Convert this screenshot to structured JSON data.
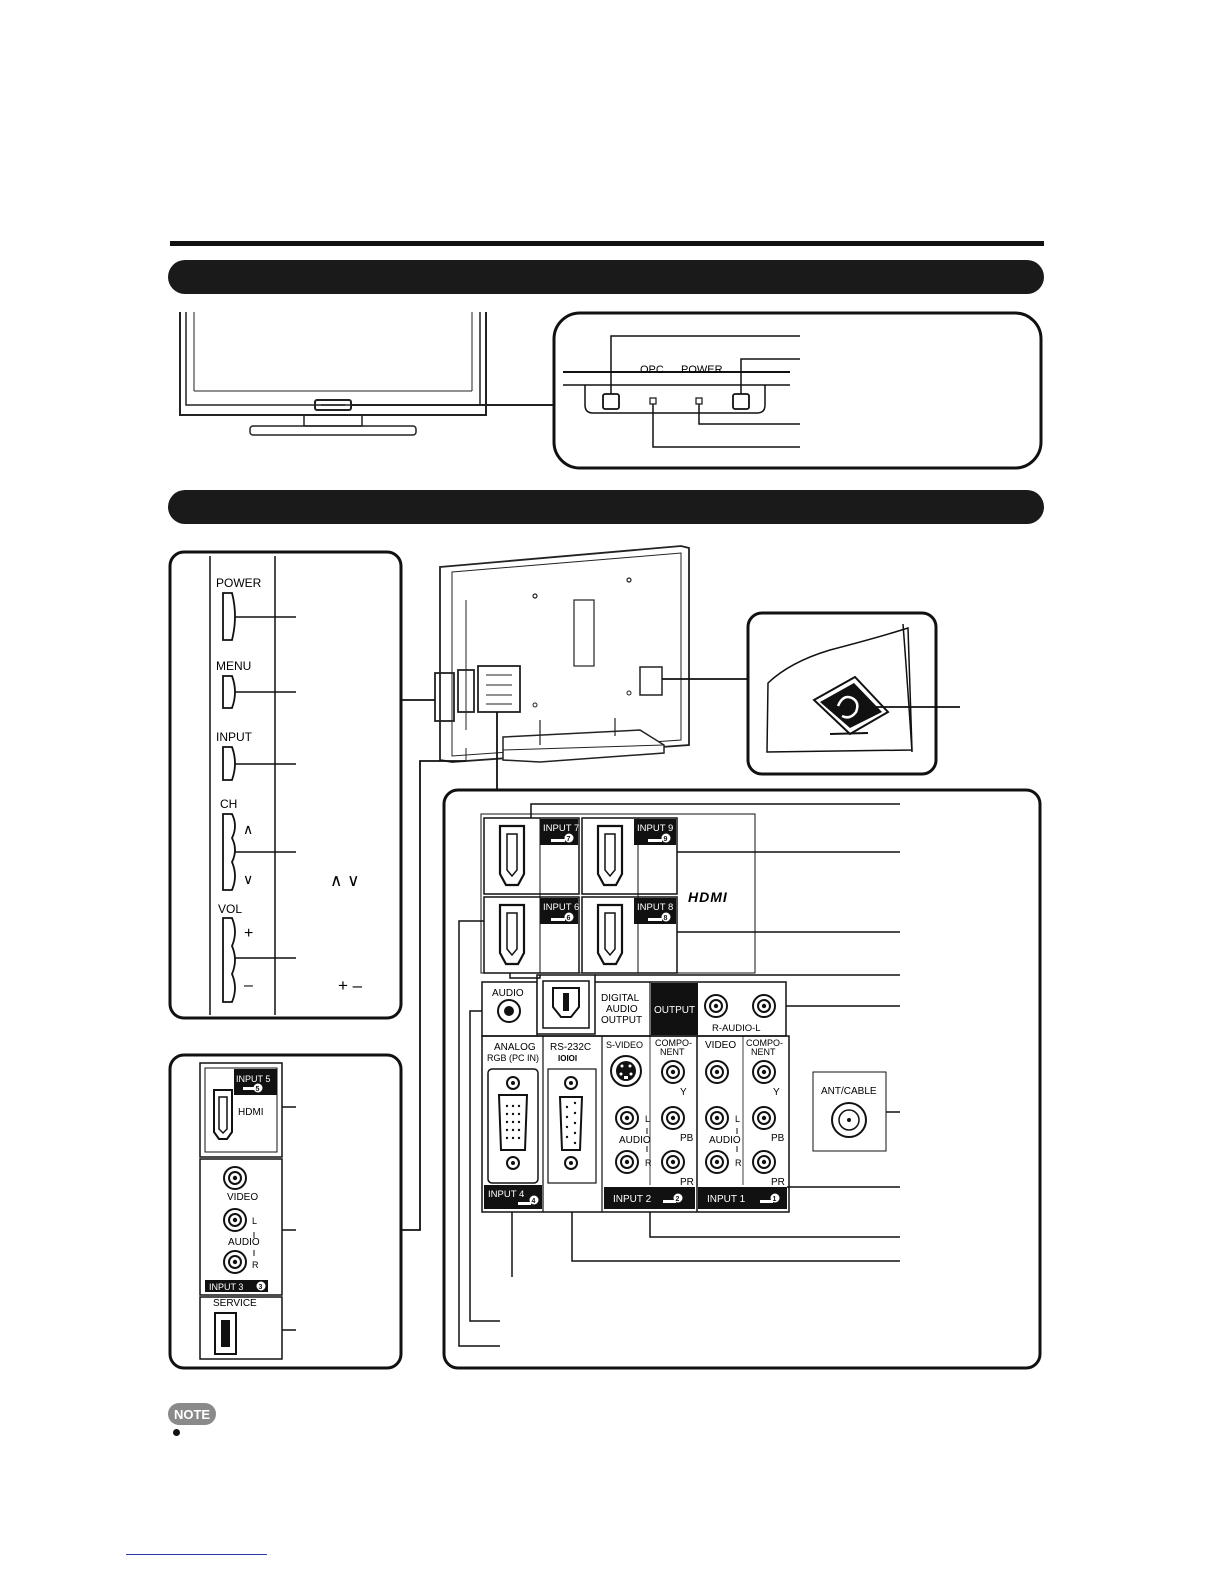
{
  "front_panel": {
    "opc_label": "OPC",
    "power_label": "POWER"
  },
  "side_controls": {
    "power": "POWER",
    "menu": "MENU",
    "input": "INPUT",
    "ch": "CH",
    "vol": "VOL",
    "ch_caret_up": "∧",
    "ch_caret_down": "∨",
    "ch_symbols": "∧ ∨",
    "vol_plus": "+",
    "vol_minus": "–",
    "vol_symbols": "+ –"
  },
  "side_terminals": {
    "input5": "INPUT 5",
    "input5_num": "5",
    "hdmi": "HDMI",
    "video": "VIDEO",
    "audio": "AUDIO",
    "l": "L",
    "r": "R",
    "input3": "INPUT 3",
    "input3_num": "3",
    "service": "SERVICE"
  },
  "rear_terminals": {
    "input7": "INPUT 7",
    "input7_num": "7",
    "input9": "INPUT 9",
    "input9_num": "9",
    "input6": "INPUT 6",
    "input6_num": "6",
    "input8": "INPUT 8",
    "input8_num": "8",
    "hdmi_logo": "HDMI",
    "audio": "AUDIO",
    "digital_audio_output_1": "DIGITAL",
    "digital_audio_output_2": "AUDIO",
    "digital_audio_output_3": "OUTPUT",
    "output": "OUTPUT",
    "r_audio_l": "R-AUDIO-L",
    "analog_rgb_1": "ANALOG",
    "analog_rgb_2": "RGB (PC IN)",
    "rs232c": "RS-232C",
    "rs232c_sub": "IOIOI",
    "s_video": "S-VIDEO",
    "component_1": "COMPO-",
    "component_2": "NENT",
    "video": "VIDEO",
    "y": "Y",
    "pb": "PB",
    "pr": "PR",
    "l": "L",
    "r": "R",
    "audio_small": "AUDIO",
    "ant_cable": "ANT/CABLE",
    "input4": "INPUT 4",
    "input4_num": "4",
    "input2": "INPUT 2",
    "input2_num": "2",
    "input1": "INPUT 1",
    "input1_num": "1"
  },
  "note": {
    "badge": "NOTE"
  }
}
